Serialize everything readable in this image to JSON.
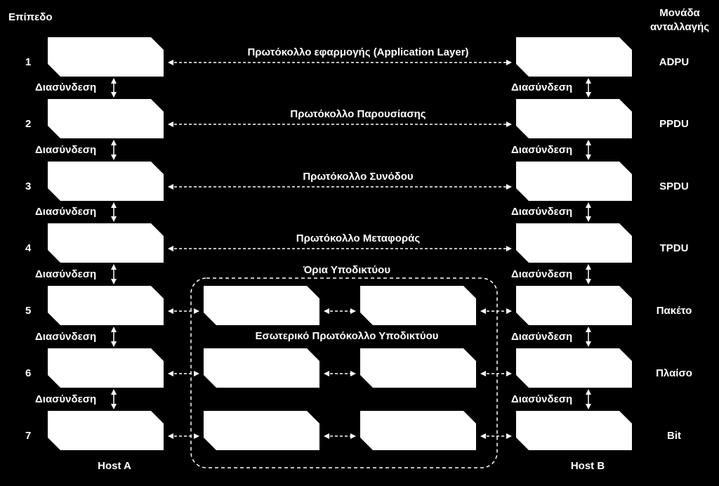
{
  "header": {
    "level_title": "Επίπεδο",
    "unit_title_line1": "Μονάδα",
    "unit_title_line2": "ανταλλαγής"
  },
  "levels": [
    {
      "number": "1",
      "unit": "ADPU",
      "protocol": "Πρωτόκολλο εφαρμογής (Application Layer)"
    },
    {
      "number": "2",
      "unit": "PPDU",
      "protocol": "Πρωτόκολλο Παρουσίασης"
    },
    {
      "number": "3",
      "unit": "SPDU",
      "protocol": "Πρωτόκολλο Συνόδου"
    },
    {
      "number": "4",
      "unit": "TPDU",
      "protocol": "Πρωτόκολλο Μεταφοράς"
    },
    {
      "number": "5",
      "unit": "Πακέτο",
      "protocol": ""
    },
    {
      "number": "6",
      "unit": "Πλαίσο",
      "protocol": ""
    },
    {
      "number": "7",
      "unit": "Bit",
      "protocol": ""
    }
  ],
  "interface_label": "Διασύνδεση",
  "subnet": {
    "boundary_label": "Όρια Υποδικτύου",
    "internal_protocol_label": "Εσωτερικό Πρωτόκολλο Υποδικτύου"
  },
  "hosts": {
    "a": "Host A",
    "b": "Host B"
  }
}
